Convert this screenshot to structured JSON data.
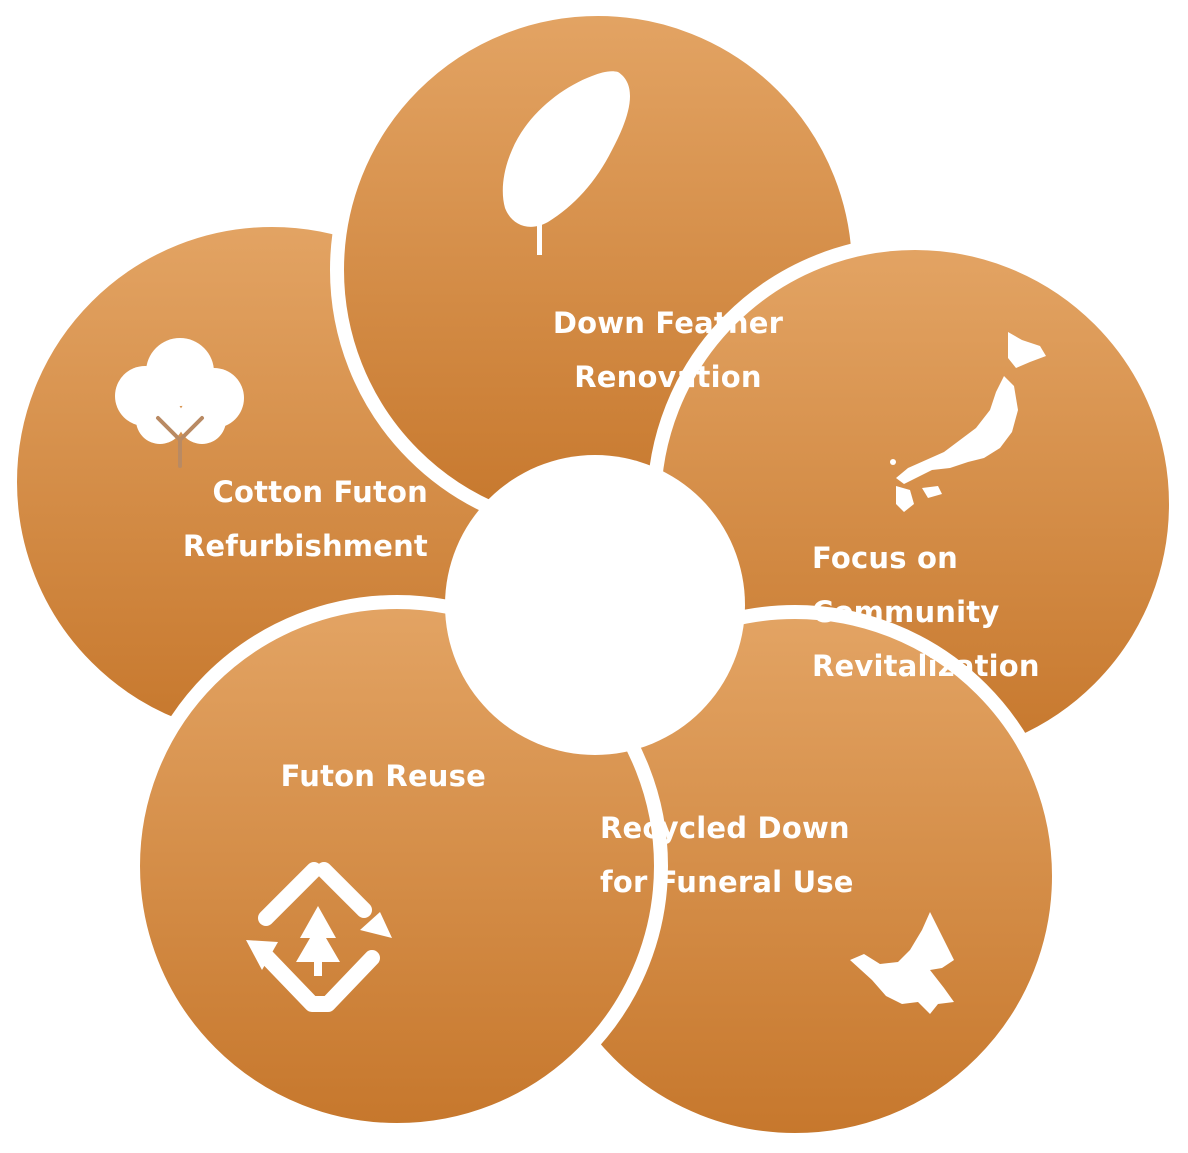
{
  "colors": {
    "petal_top": "#e3a464",
    "petal_bottom": "#c6772c",
    "separator": "#ffffff",
    "icon": "#ffffff",
    "cotton_stem": "#b98a63"
  },
  "petals": [
    {
      "id": "down-feather",
      "icon": "feather-icon",
      "lines": [
        "Down Feather",
        "Renovation"
      ]
    },
    {
      "id": "community",
      "icon": "japan-map-icon",
      "lines": [
        "Focus on",
        "Community",
        "Revitalization"
      ]
    },
    {
      "id": "funeral",
      "icon": "dove-icon",
      "lines": [
        "Recycled Down",
        "for Funeral Use"
      ]
    },
    {
      "id": "reuse",
      "icon": "recycle-tree-icon",
      "lines": [
        "Futon Reuse"
      ]
    },
    {
      "id": "cotton",
      "icon": "cotton-icon",
      "lines": [
        "Cotton Futon",
        "Refurbishment"
      ]
    }
  ]
}
